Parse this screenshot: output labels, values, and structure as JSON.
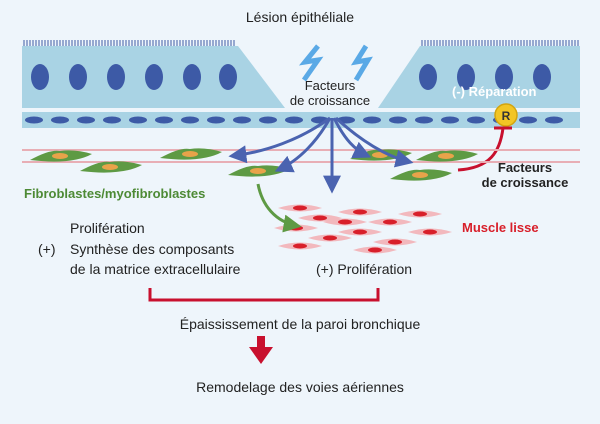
{
  "labels": {
    "title": "Lésion épithéliale",
    "growth_factors_top_line1": "Facteurs",
    "growth_factors_top_line2": "de croissance",
    "reparation": "(-) Réparation",
    "receptor": "R",
    "growth_factors_right_line1": "Facteurs",
    "growth_factors_right_line2": "de croissance",
    "fibroblasts": "Fibroblastes/myofibroblastes",
    "smooth_muscle": "Muscle lisse",
    "proliferation_fibro": "Prolifération",
    "plus_sign": "(+)",
    "synthesis_line1": "Synthèse des composants",
    "synthesis_line2": "de la matrice extracellulaire",
    "proliferation_muscle": "(+) Prolifération",
    "thickening": "Épaississement de la paroi bronchique",
    "remodeling": "Remodelage des voies aériennes"
  },
  "colors": {
    "background": "#eef5fb",
    "epithelium": "#a9d3e4",
    "nucleus": "#3d5aa6",
    "arrow_blue": "#4a63b0",
    "lightning": "#5aa9e6",
    "fibroblast": "#5e9a44",
    "fibroblast_nucleus": "#e8a34a",
    "muscle": "#d81f2a",
    "receptor": "#f2c524",
    "bracket_red": "#c8102e"
  }
}
